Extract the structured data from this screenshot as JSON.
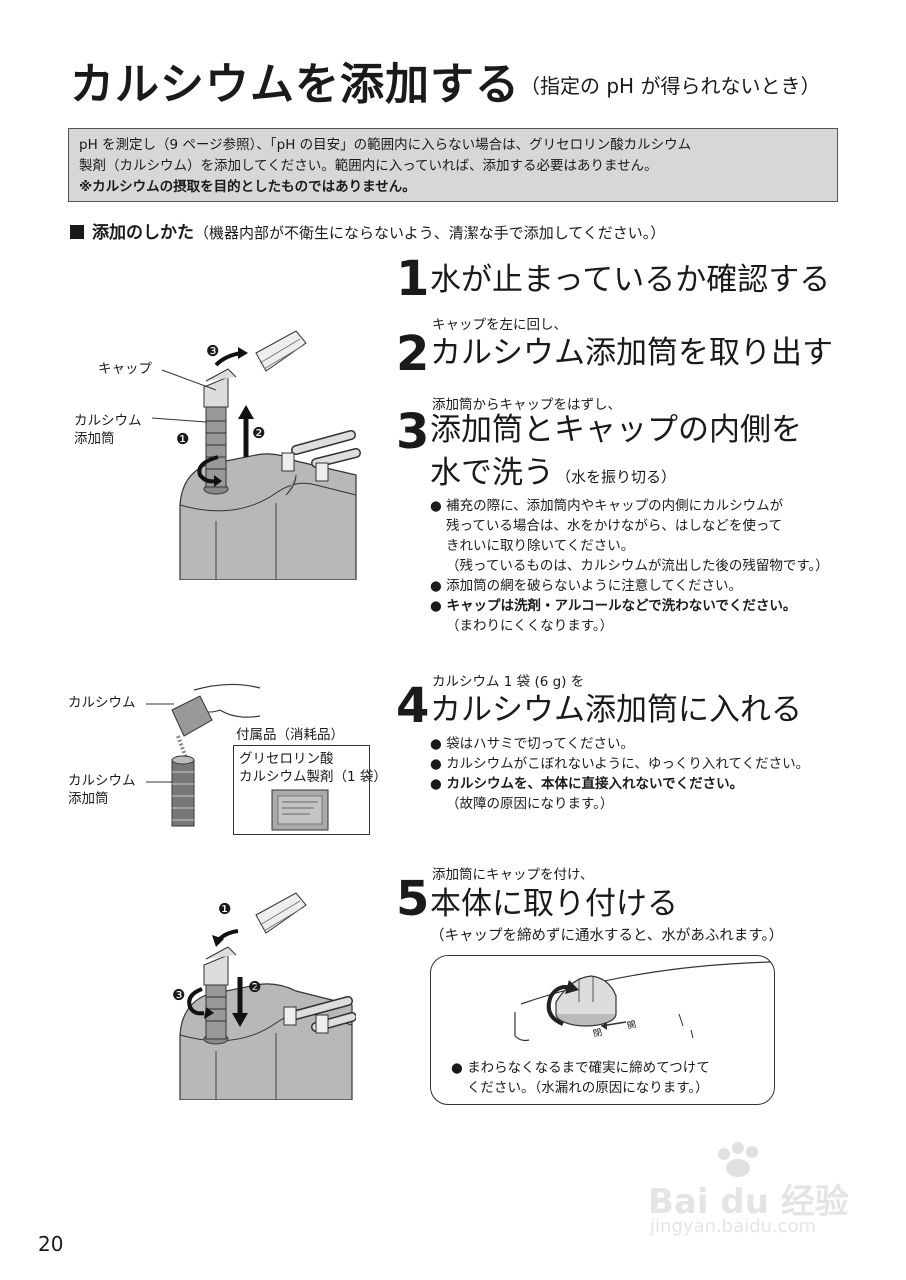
{
  "title": "カルシウムを添加する",
  "subtitle": "（指定の pH が得られないとき）",
  "notice": {
    "line1": "pH を測定し（9 ページ参照）、「pH の目安」の範囲内に入らない場合は、グリセロリン酸カルシウム",
    "line2": "製剤（カルシウム）を添加してください。範囲内に入っていれば、添加する必要はありません。",
    "line3": "※カルシウムの摂取を目的としたものではありません。"
  },
  "method": {
    "heading": "添加のしかた",
    "note": "（機器内部が不衛生にならないよう、清潔な手で添加してください。）"
  },
  "steps": [
    {
      "num": "1",
      "pre": "",
      "title": "水が止まっているか確認する"
    },
    {
      "num": "2",
      "pre": "キャップを左に回し、",
      "title": "カルシウム添加筒を取り出す"
    },
    {
      "num": "3",
      "pre": "添加筒からキャップをはずし、",
      "title": "添加筒とキャップの内側を",
      "title2": "水で洗う",
      "paren": "（水を振り切る）",
      "bullets": [
        {
          "l1": "補充の際に、添加筒内やキャップの内側にカルシウムが",
          "l2": "残っている場合は、水をかけながら、はしなどを使って",
          "l3": "きれいに取り除いてください。",
          "l4": "（残っているものは、カルシウムが流出した後の残留物です。）"
        },
        {
          "l1": "添加筒の網を破らないように注意してください。"
        },
        {
          "l1": "キャップは洗剤・アルコールなどで洗わないでください。",
          "l2": "（まわりにくくなります。）"
        }
      ]
    },
    {
      "num": "4",
      "pre": "カルシウム 1 袋 (6 g) を",
      "title": "カルシウム添加筒に入れる",
      "bullets": [
        {
          "l1": "袋はハサミで切ってください。"
        },
        {
          "l1": "カルシウムがこぼれないように、ゆっくり入れてください。"
        },
        {
          "l1": "カルシウムを、本体に直接入れないでください。",
          "l2": "（故障の原因になります。）"
        }
      ]
    },
    {
      "num": "5",
      "pre": "添加筒にキャップを付け、",
      "title": "本体に取り付ける",
      "paren": "（キャップを締めずに通水すると、水があふれます。）",
      "box_note_l1": "まわらなくなるまで確実に締めてつけて",
      "box_note_l2": "ください。（水漏れの原因になります。）"
    }
  ],
  "figure_labels": {
    "cap": "キャップ",
    "tube_l1": "カルシウム",
    "tube_l2": "添加筒",
    "calcium": "カルシウム",
    "tube2_l1": "カルシウム",
    "tube2_l2": "添加筒",
    "accessory": "付属品（消耗品）",
    "acc_l1": "グリセロリン酸",
    "acc_l2": "カルシウム製剤（1 袋）",
    "n1": "❶",
    "n2": "❷",
    "n3": "❸",
    "dial_open": "開",
    "dial_close": "閉"
  },
  "page_number": "20",
  "watermark": {
    "brand": "Bai du 经验",
    "url": "jingyan.baidu.com"
  }
}
